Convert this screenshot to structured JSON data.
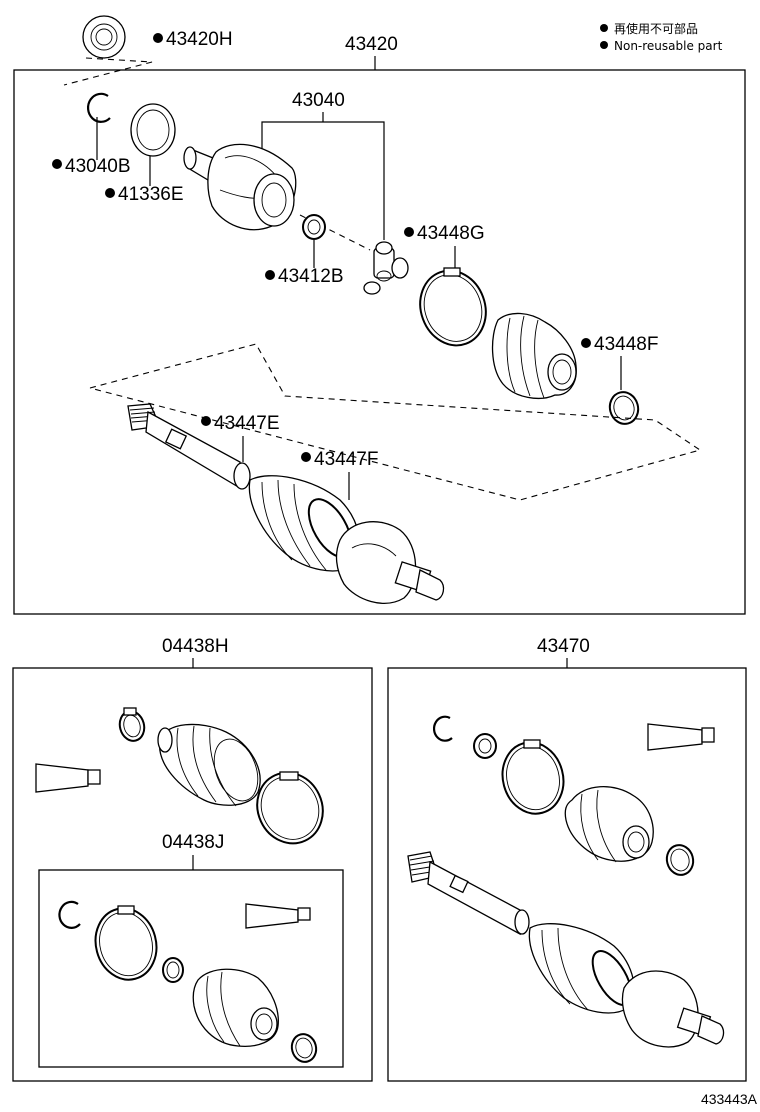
{
  "legend": {
    "line1": "再使用不可部品",
    "line2": "Non-reusable part"
  },
  "callouts": {
    "p43420H": "43420H",
    "p43420": "43420",
    "p43040": "43040",
    "p43040B": "43040B",
    "p41336E": "41336E",
    "p43448G": "43448G",
    "p43412B": "43412B",
    "p43448F": "43448F",
    "p43447E": "43447E",
    "p43447F": "43447F",
    "p04438H": "04438H",
    "p04438J": "04438J",
    "p43470": "43470"
  },
  "footer": {
    "diagram_id": "433443A"
  }
}
